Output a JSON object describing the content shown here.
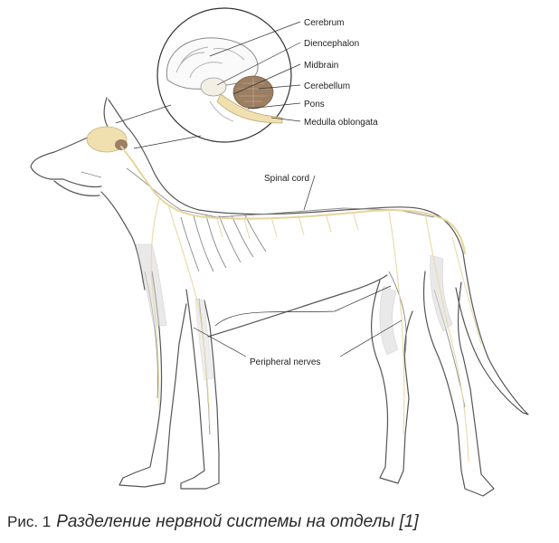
{
  "labels": {
    "cerebrum": "Cerebrum",
    "diencephalon": "Diencephalon",
    "midbrain": "Midbrain",
    "cerebellum": "Cerebellum",
    "pons": "Pons",
    "medulla": "Medulla oblongata",
    "spinal_cord": "Spinal cord",
    "peripheral_nerves": "Peripheral nerves"
  },
  "caption": {
    "number": "Рис. 1",
    "text": "Разделение нервной системы на отделы [1]"
  },
  "colors": {
    "nerve": "#e6d49a",
    "cerebellum": "#9c7e63",
    "brain": "#f0e0b0",
    "outline": "#555555"
  }
}
